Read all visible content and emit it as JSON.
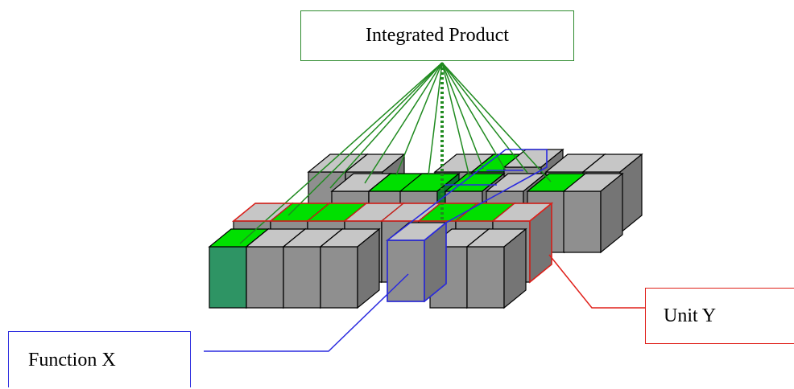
{
  "diagram": {
    "title_box": "Integrated Product",
    "callout_unit": "Unit Y",
    "callout_function": "Function X"
  },
  "colors": {
    "cube_front": "#8f8f8f",
    "cube_top": "#c6c6c6",
    "cube_side": "#757575",
    "highlight_green": "#00e000",
    "dark_green": "#2e9464",
    "product_line": "#1f8a1f",
    "unit_outline": "#e0201a",
    "function_outline": "#2a2adf"
  }
}
